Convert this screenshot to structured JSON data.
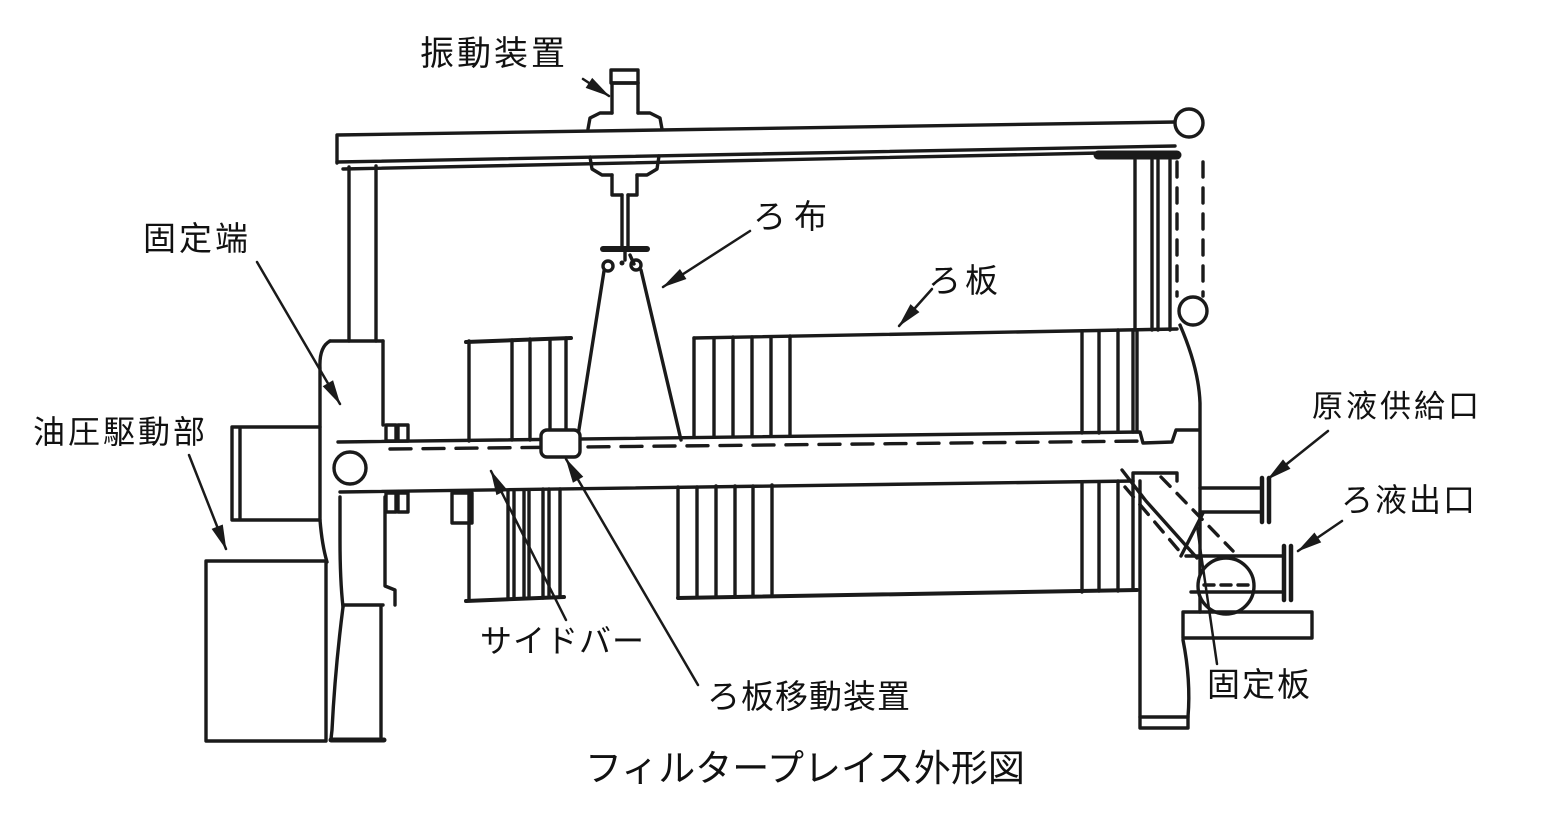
{
  "diagram": {
    "caption": "フィルタープレイス外形図",
    "background_color": "#ffffff",
    "line_color": "#1a1a1a"
  },
  "labels": [
    {
      "id": "vibration-device",
      "text": "振動装置"
    },
    {
      "id": "fixed-end",
      "text": "固定端"
    },
    {
      "id": "hydraulic-drive-unit",
      "text": "油圧駆動部"
    },
    {
      "id": "filter-cloth",
      "text": "ろ布"
    },
    {
      "id": "filter-plate",
      "text": "ろ板"
    },
    {
      "id": "feed-supply-port",
      "text": "原液供給口"
    },
    {
      "id": "filtrate-outlet",
      "text": "ろ液出口"
    },
    {
      "id": "side-bar",
      "text": "サイドバー"
    },
    {
      "id": "plate-moving-device",
      "text": "ろ板移動装置"
    },
    {
      "id": "fixed-plate",
      "text": "固定板"
    }
  ]
}
